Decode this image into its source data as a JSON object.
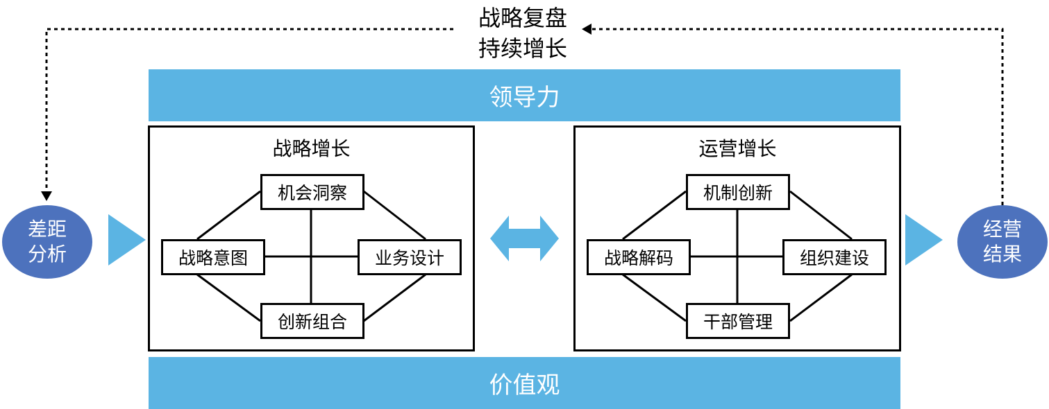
{
  "feedback": {
    "line1": "战略复盘",
    "line2": "持续增长"
  },
  "bands": {
    "top": "领导力",
    "bottom": "价值观"
  },
  "input": {
    "line1": "差距",
    "line2": "分析"
  },
  "output": {
    "line1": "经营",
    "line2": "结果"
  },
  "strategy": {
    "title": "战略增长",
    "nodes": {
      "top": "机会洞察",
      "left": "战略意图",
      "right": "业务设计",
      "bottom": "创新组合"
    }
  },
  "operations": {
    "title": "运营增长",
    "nodes": {
      "top": "机制创新",
      "left": "战略解码",
      "right": "组织建设",
      "bottom": "干部管理"
    }
  },
  "colors": {
    "band": "#5bb4e3",
    "circle": "#4d72bd",
    "arrow": "#5bb4e3"
  }
}
